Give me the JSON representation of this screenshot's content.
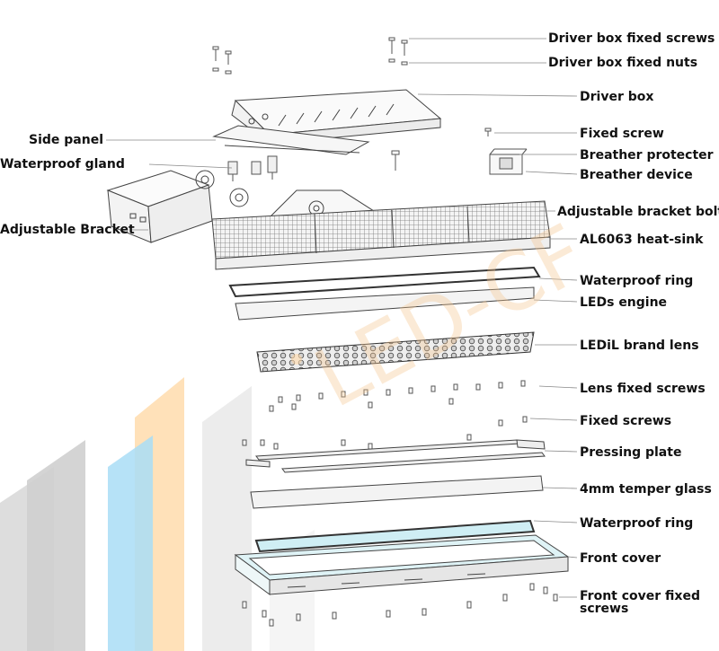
{
  "labels": {
    "driver_box_fixed_screws": "Driver box fixed screws",
    "driver_box_fixed_nuts": "Driver box fixed nuts",
    "driver_box": "Driver box",
    "fixed_screw": "Fixed screw",
    "breather_protecter": "Breather protecter",
    "breather_device": "Breather device",
    "adjustable_bracket_bolt": "Adjustable bracket bolt",
    "heat_sink": "AL6063 heat-sink",
    "waterproof_ring_1": "Waterproof ring",
    "leds_engine": "LEDs engine",
    "ledil_lens": "LEDiL brand lens",
    "lens_fixed_screws": "Lens fixed screws",
    "fixed_screws": "Fixed screws",
    "pressing_plate": "Pressing plate",
    "temper_glass": "4mm temper glass",
    "waterproof_ring_2": "Waterproof ring",
    "front_cover": "Front cover",
    "front_cover_fixed_screws": "Front cover fixed screws",
    "side_panel": "Side panel",
    "waterproof_gland": "Waterproof gland",
    "adjustable_bracket": "Adjustable Bracket"
  },
  "colors": {
    "line": "#555555",
    "accent_orange": "#f7c58a",
    "accent_blue": "#8fd0f2",
    "accent_gray": "#bdbdbd",
    "glass_tint": "#bfe9f2"
  }
}
